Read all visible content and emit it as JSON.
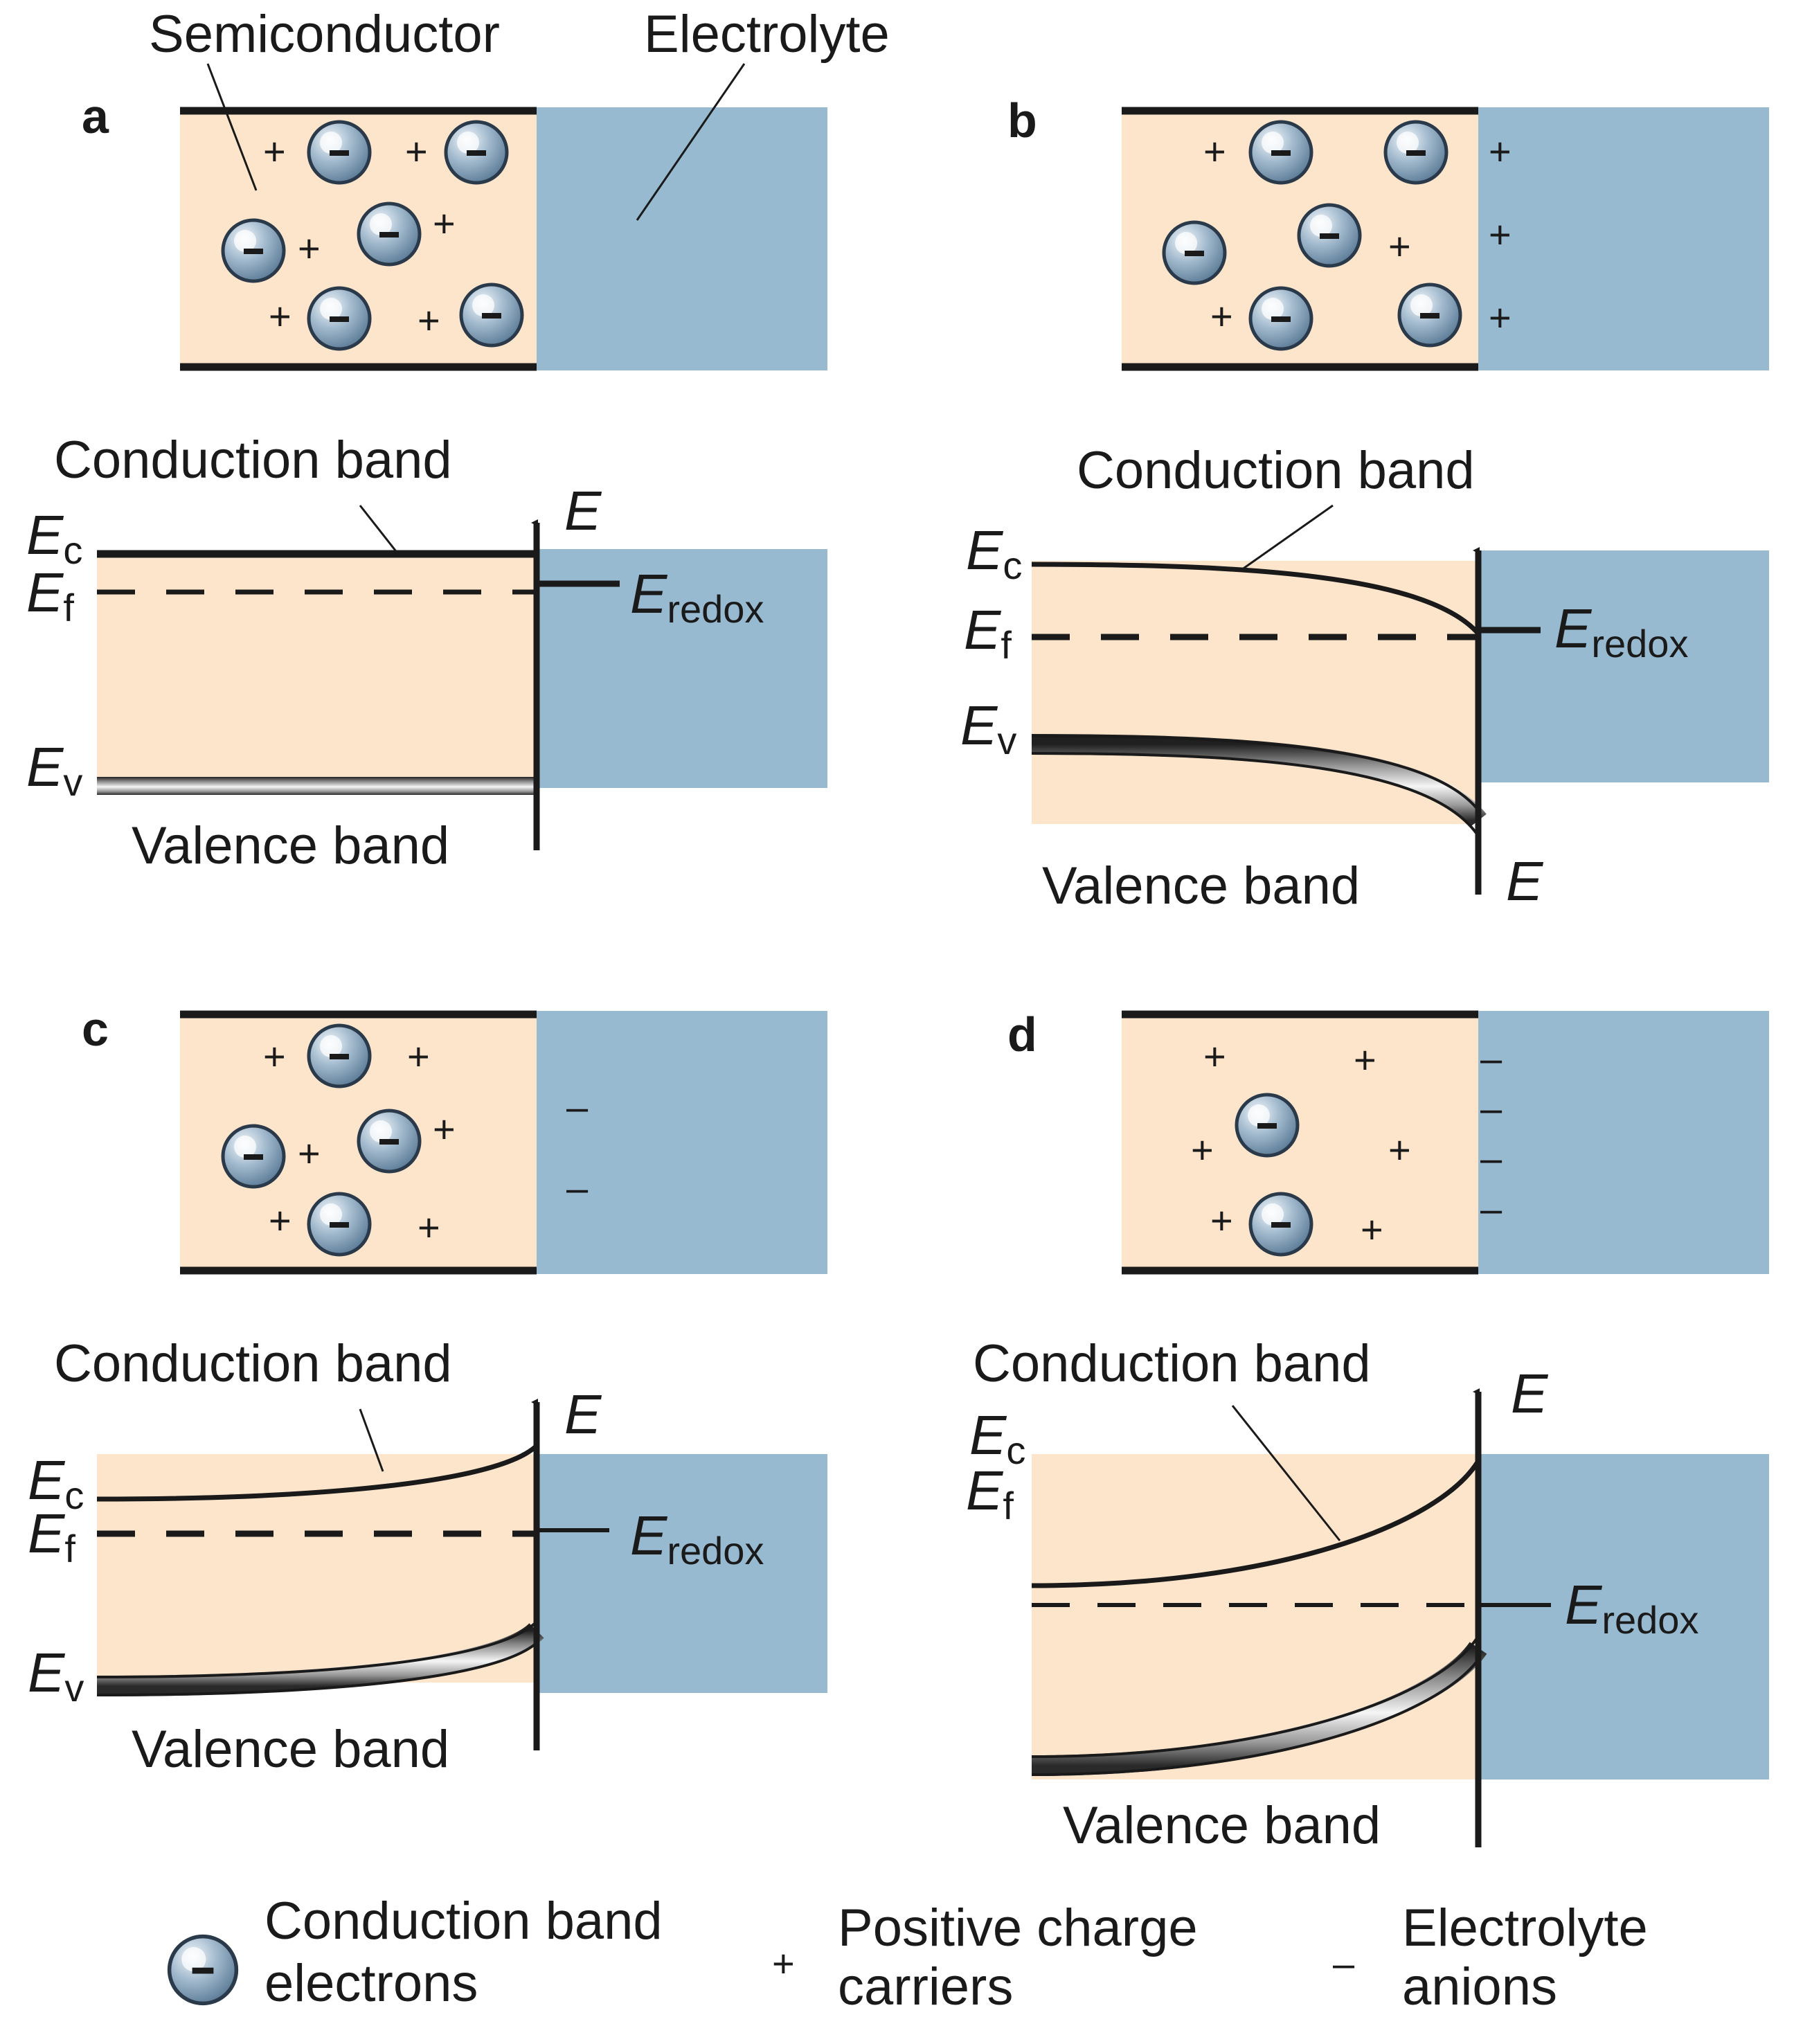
{
  "labels": {
    "semiconductor": "Semiconductor",
    "electrolyte": "Electrolyte",
    "conduction_band": "Conduction band",
    "valence_band": "Valence band",
    "energy_symbol": "E",
    "sub_c": "c",
    "sub_f": "f",
    "sub_v": "v",
    "sub_redox": "redox",
    "plus": "+",
    "minus": "–"
  },
  "panels": [
    {
      "id": "a",
      "label": "a"
    },
    {
      "id": "b",
      "label": "b"
    },
    {
      "id": "c",
      "label": "c"
    },
    {
      "id": "d",
      "label": "d"
    }
  ],
  "legend": {
    "electrons_line1": "Conduction band",
    "electrons_line2": "electrons",
    "positive_line1": "Positive charge",
    "positive_line2": "carriers",
    "anions_line1": "Electrolyte",
    "anions_line2": "anions"
  },
  "colors": {
    "semiconductor": "#fde5cc",
    "electrolyte": "#97bad0",
    "line": "#1a1a1a",
    "electron": "#7c9cb8"
  }
}
